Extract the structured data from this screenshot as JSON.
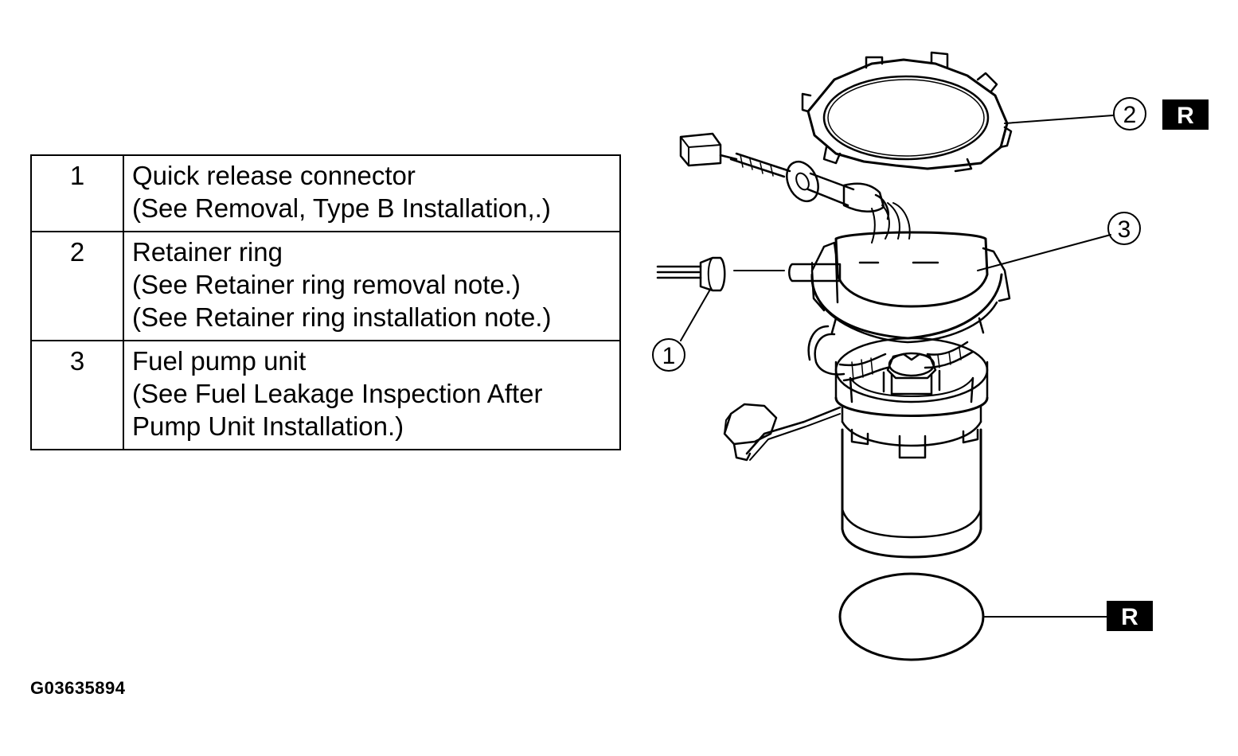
{
  "parts": [
    {
      "number": "1",
      "lines": [
        "Quick release connector",
        "(See  Removal, Type B Installation,.)"
      ]
    },
    {
      "number": "2",
      "lines": [
        "Retainer ring",
        "(See  Retainer ring removal note.)",
        "(See  Retainer ring installation note.)"
      ]
    },
    {
      "number": "3",
      "lines": [
        "Fuel pump unit",
        "(See Fuel Leakage Inspection After",
        "Pump Unit Installation.)"
      ]
    }
  ],
  "callouts": {
    "c1": "1",
    "c2": "2",
    "c3": "3"
  },
  "replace_badge": "R",
  "figure_id": "G03635894",
  "colors": {
    "ink": "#000000",
    "paper": "#ffffff"
  }
}
